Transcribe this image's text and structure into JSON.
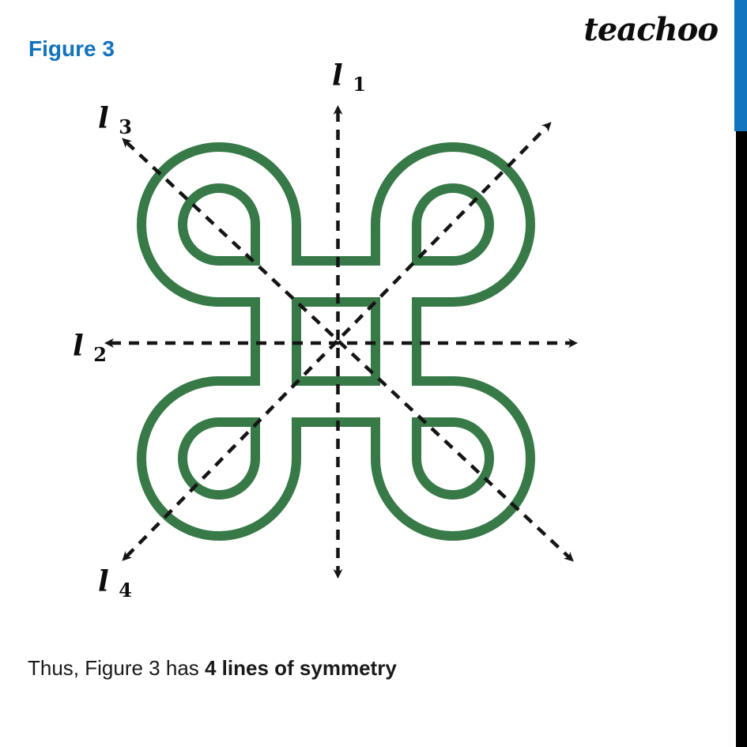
{
  "header": {
    "figure_label": "Figure 3",
    "logo_text": "teachoo"
  },
  "sidebar": {
    "blue_bar_color": "#1273be",
    "black_bar_color": "#000000"
  },
  "diagram": {
    "figure_color": "#377947",
    "symmetry_line_color": "#151515",
    "lines_of_symmetry_count": 4,
    "labels": {
      "l1": {
        "base": "l",
        "sub": "1"
      },
      "l2": {
        "base": "l",
        "sub": "2"
      },
      "l3": {
        "base": "l",
        "sub": "3"
      },
      "l4": {
        "base": "l",
        "sub": "4"
      }
    }
  },
  "caption": {
    "normal": "Thus, Figure 3 has ",
    "bold": "4 lines of symmetry"
  }
}
